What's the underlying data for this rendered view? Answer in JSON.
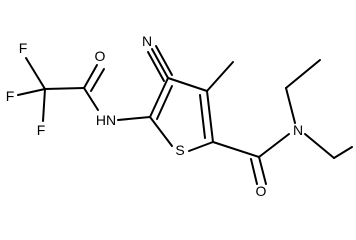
{
  "molecule": {
    "atoms": {
      "n_nitrile": "N",
      "o_acyl": "O",
      "f_1": "F",
      "f_2": "F",
      "f_3": "F",
      "nh": "HN",
      "s": "S",
      "o_amide": "O",
      "n_amide": "N"
    }
  }
}
